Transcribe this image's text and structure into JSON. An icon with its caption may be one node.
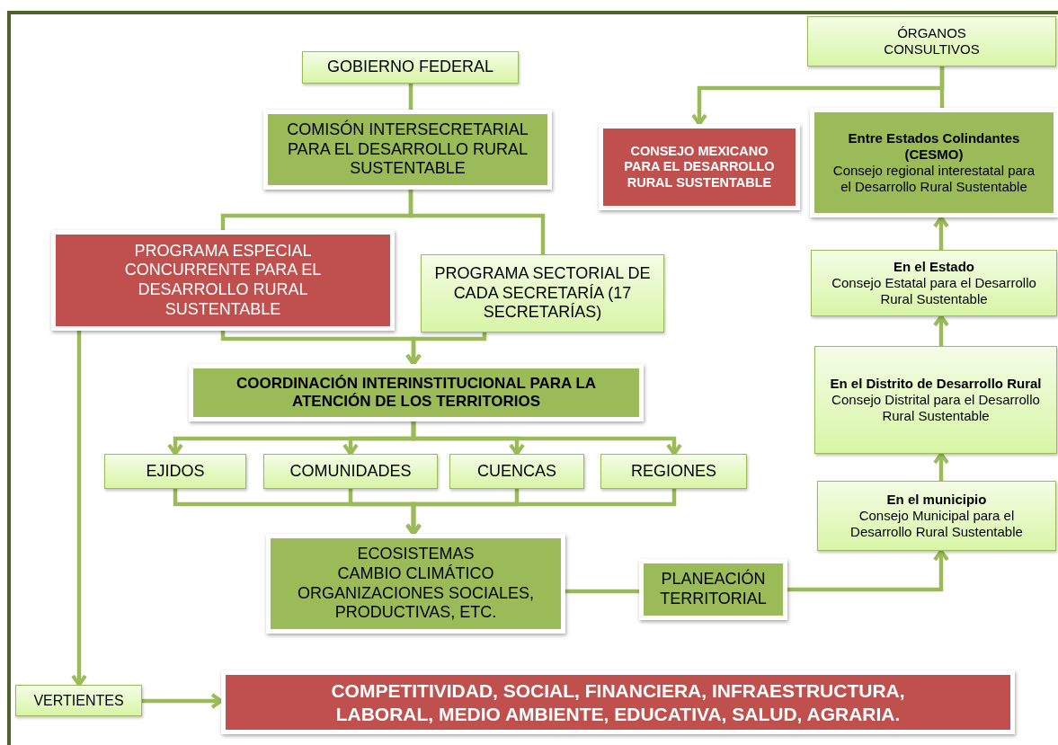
{
  "diagram": {
    "nodes": [
      {
        "text": [
          "GOBIERNO FEDERAL"
        ]
      },
      {
        "text": [
          "COMISÓN INTERSECRETARIAL PARA EL DESARROLLO RURAL SUSTENTABLE"
        ]
      },
      {
        "text": [
          "PROGRAMA ESPECIAL CONCURRENTE PARA EL DESARROLLO RURAL SUSTENTABLE"
        ]
      },
      {
        "text": [
          "PROGRAMA SECTORIAL DE CADA SECRETARÍA (17 SECRETARÍAS)"
        ]
      },
      {
        "text": [
          "COORDINACIÓN INTERINSTITUCIONAL PARA LA ATENCIÓN DE LOS TERRITORIOS"
        ]
      },
      {
        "text": [
          "EJIDOS"
        ]
      },
      {
        "text": [
          "COMUNIDADES"
        ]
      },
      {
        "text": [
          "CUENCAS"
        ]
      },
      {
        "text": [
          "REGIONES"
        ]
      },
      {
        "text": [
          "ECOSISTEMAS",
          "CAMBIO CLIMÁTICO",
          "ORGANIZACIONES SOCIALES, PRODUCTIVAS, ETC."
        ]
      },
      {
        "text": [
          "PLANEACIÓN TERRITORIAL"
        ]
      },
      {
        "text": [
          "ÓRGANOS CONSULTIVOS"
        ]
      },
      {
        "text": [
          "CONSEJO MEXICANO PARA EL DESARROLLO RURAL SUSTENTABLE"
        ]
      },
      {
        "text": [
          "Entre Estados Colindantes (CESMO)",
          "Consejo regional interestatal para el Desarrollo Rural Sustentable"
        ]
      },
      {
        "text": [
          "En el Estado",
          "Consejo Estatal para el Desarrollo Rural Sustentable"
        ]
      },
      {
        "text": [
          "En el Distrito de Desarrollo Rural",
          "Consejo Distrital para el Desarrollo Rural Sustentable"
        ]
      },
      {
        "text": [
          "En el municipio",
          "Consejo Municipal para el Desarrollo Rural Sustentable"
        ]
      },
      {
        "text": [
          "VERTIENTES"
        ]
      },
      {
        "text": [
          "COMPETITIVIDAD, SOCIAL, FINANCIERA, INFRAESTRUCTURA, LABORAL, MEDIO AMBIENTE, EDUCATIVA, SALUD, AGRARIA."
        ]
      }
    ],
    "edges": [
      {
        "from": 0,
        "to": 1,
        "arrow": "none"
      },
      {
        "from": 1,
        "to": 2,
        "arrow": "none"
      },
      {
        "from": 1,
        "to": 3,
        "arrow": "none"
      },
      {
        "from": 2,
        "to": 4,
        "arrow": "to"
      },
      {
        "from": 3,
        "to": 4,
        "arrow": "to"
      },
      {
        "from": 4,
        "to": 5,
        "arrow": "to"
      },
      {
        "from": 4,
        "to": 6,
        "arrow": "to"
      },
      {
        "from": 4,
        "to": 7,
        "arrow": "to"
      },
      {
        "from": 4,
        "to": 8,
        "arrow": "to"
      },
      {
        "from": 5,
        "to": 9,
        "arrow": "to"
      },
      {
        "from": 6,
        "to": 9,
        "arrow": "to"
      },
      {
        "from": 7,
        "to": 9,
        "arrow": "to"
      },
      {
        "from": 8,
        "to": 9,
        "arrow": "to"
      },
      {
        "from": 9,
        "to": 10,
        "arrow": "none"
      },
      {
        "from": 10,
        "to": 16,
        "arrow": "to"
      },
      {
        "from": 16,
        "to": 15,
        "arrow": "to"
      },
      {
        "from": 15,
        "to": 14,
        "arrow": "to"
      },
      {
        "from": 14,
        "to": 13,
        "arrow": "to"
      },
      {
        "from": 11,
        "to": 12,
        "arrow": "to"
      },
      {
        "from": 11,
        "to": 13,
        "arrow": "none"
      },
      {
        "from": 2,
        "to": 17,
        "arrow": "to"
      },
      {
        "from": 17,
        "to": 18,
        "arrow": "to"
      }
    ]
  }
}
